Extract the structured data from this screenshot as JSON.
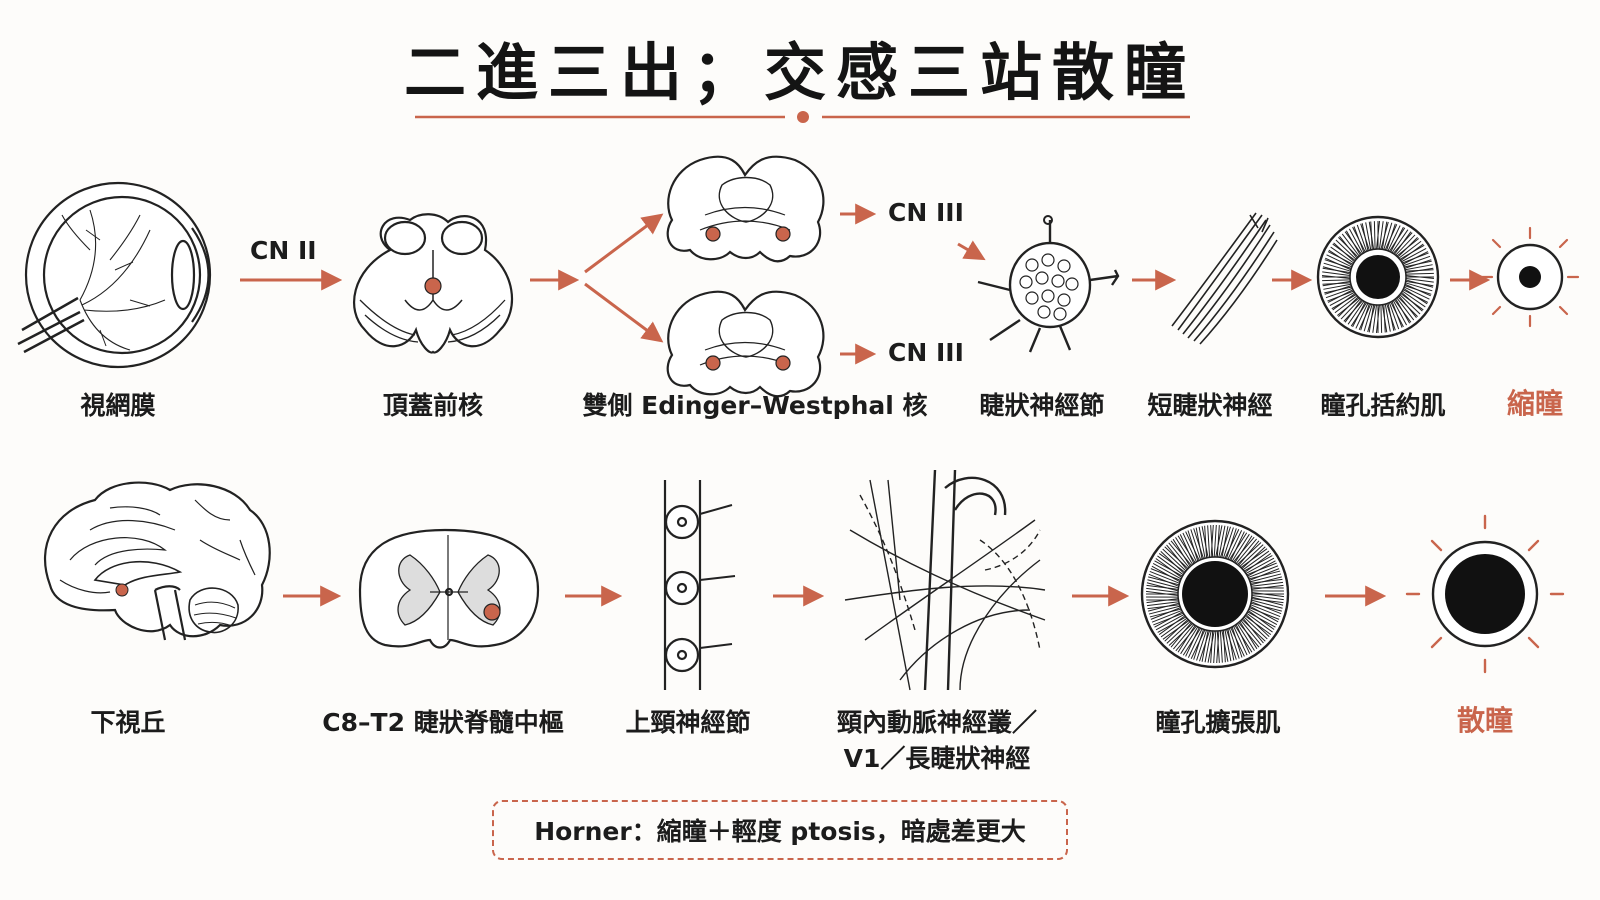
{
  "title": "二進三出；交感三站散瞳",
  "colors": {
    "accent": "#c9654c",
    "ink": "#1c1c1c"
  },
  "top_row": {
    "nodes": [
      {
        "label": "視網膜",
        "icon": "eye-cross-section-icon"
      },
      {
        "label": "頂蓋前核",
        "icon": "midbrain-pretectal-icon"
      },
      {
        "label": "雙側 Edinger–Westphal 核",
        "icon": "midbrain-ew-nuclei-icon"
      },
      {
        "label": "睫狀神經節",
        "icon": "ciliary-ganglion-icon"
      },
      {
        "label": "短睫狀神經",
        "icon": "nerve-fibers-icon"
      },
      {
        "label": "瞳孔括約肌",
        "icon": "iris-sphincter-icon"
      },
      {
        "label": "縮瞳",
        "icon": "constricted-pupil-icon"
      }
    ],
    "edge_labels": {
      "cn2": "CN II",
      "cn3_upper": "CN III",
      "cn3_lower": "CN III"
    }
  },
  "bottom_row": {
    "nodes": [
      {
        "label": "下視丘",
        "icon": "brain-sagittal-icon"
      },
      {
        "label": "C8–T2 睫狀脊髓中樞",
        "icon": "spinal-cord-section-icon"
      },
      {
        "label": "上頸神經節",
        "icon": "sympathetic-chain-icon"
      },
      {
        "label": "頸內動脈神經叢／",
        "label2": "V1／長睫狀神經",
        "icon": "carotid-plexus-icon"
      },
      {
        "label": "瞳孔擴張肌",
        "icon": "iris-dilator-icon"
      },
      {
        "label": "散瞳",
        "icon": "dilated-pupil-icon"
      }
    ]
  },
  "note": "Horner：縮瞳＋輕度 ptosis，暗處差更大"
}
